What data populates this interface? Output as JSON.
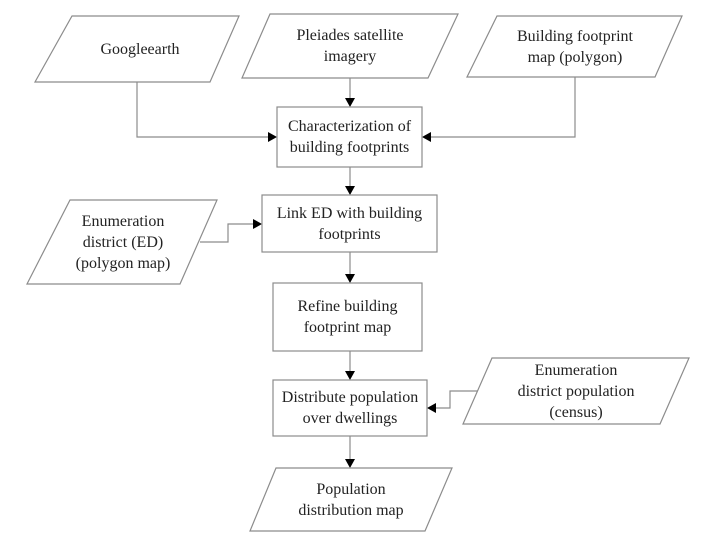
{
  "diagram": {
    "type": "flowchart",
    "nodes": [
      {
        "id": "googleearth",
        "shape": "parallelogram",
        "text": "Googleearth"
      },
      {
        "id": "pleiades",
        "shape": "parallelogram",
        "text": "Pleiades satellite\nimagery"
      },
      {
        "id": "building_map",
        "shape": "parallelogram",
        "text": "Building footprint\nmap (polygon)"
      },
      {
        "id": "characterization",
        "shape": "rectangle",
        "text": "Characterization of\nbuilding footprints"
      },
      {
        "id": "ed_polygon",
        "shape": "parallelogram",
        "text": "Enumeration\ndistrict (ED)\n(polygon map)"
      },
      {
        "id": "link_ed",
        "shape": "rectangle",
        "text": "Link ED with building\nfootprints"
      },
      {
        "id": "refine",
        "shape": "rectangle",
        "text": "Refine  building\nfootprint map"
      },
      {
        "id": "ed_population",
        "shape": "parallelogram",
        "text": "Enumeration\ndistrict population\n(census)"
      },
      {
        "id": "distribute",
        "shape": "rectangle",
        "text": "Distribute population\nover dwellings"
      },
      {
        "id": "pop_map",
        "shape": "parallelogram",
        "text": "Population\ndistribution map"
      }
    ],
    "edges": [
      {
        "from": "googleearth",
        "to": "characterization"
      },
      {
        "from": "pleiades",
        "to": "characterization"
      },
      {
        "from": "building_map",
        "to": "characterization"
      },
      {
        "from": "characterization",
        "to": "link_ed"
      },
      {
        "from": "ed_polygon",
        "to": "link_ed"
      },
      {
        "from": "link_ed",
        "to": "refine"
      },
      {
        "from": "refine",
        "to": "distribute"
      },
      {
        "from": "ed_population",
        "to": "distribute"
      },
      {
        "from": "distribute",
        "to": "pop_map"
      }
    ]
  }
}
